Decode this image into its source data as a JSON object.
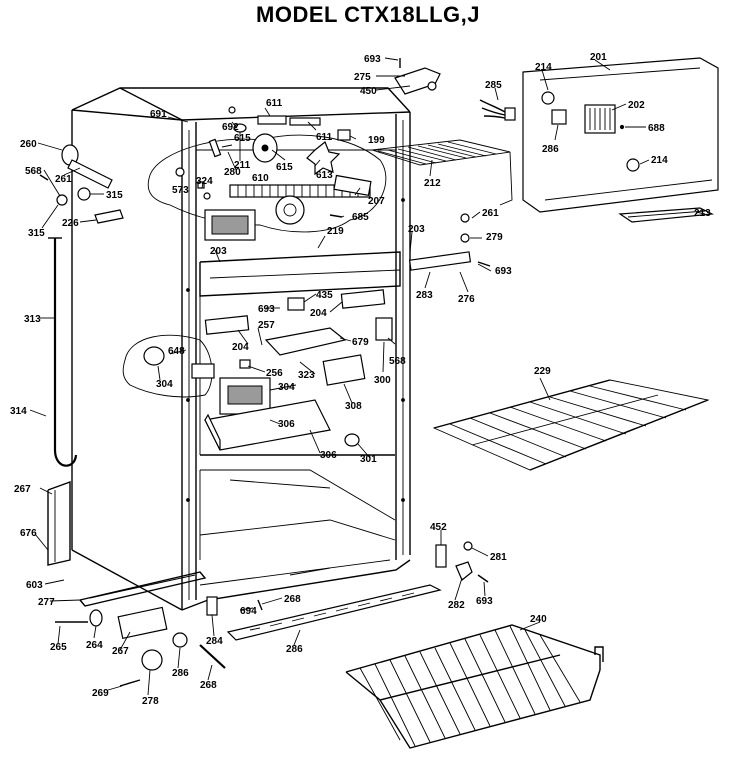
{
  "title": "MODEL CTX18LLG,J",
  "labels": [
    {
      "id": "l693a",
      "text": "693"
    },
    {
      "id": "l275",
      "text": "275"
    },
    {
      "id": "l450",
      "text": "450"
    },
    {
      "id": "l285",
      "text": "285"
    },
    {
      "id": "l214a",
      "text": "214"
    },
    {
      "id": "l201",
      "text": "201"
    },
    {
      "id": "l202",
      "text": "202"
    },
    {
      "id": "l286a",
      "text": "286"
    },
    {
      "id": "l688",
      "text": "688"
    },
    {
      "id": "l214b",
      "text": "214"
    },
    {
      "id": "l691",
      "text": "691"
    },
    {
      "id": "l692",
      "text": "692"
    },
    {
      "id": "l611",
      "text": "611"
    },
    {
      "id": "l611b",
      "text": "611"
    },
    {
      "id": "l199",
      "text": "199"
    },
    {
      "id": "l260",
      "text": "260"
    },
    {
      "id": "l568a",
      "text": "568"
    },
    {
      "id": "l261a",
      "text": "261"
    },
    {
      "id": "l315a",
      "text": "315"
    },
    {
      "id": "l315b",
      "text": "315"
    },
    {
      "id": "l226",
      "text": "226"
    },
    {
      "id": "l211",
      "text": "211"
    },
    {
      "id": "l615a",
      "text": "615"
    },
    {
      "id": "l610",
      "text": "610"
    },
    {
      "id": "l615b",
      "text": "615"
    },
    {
      "id": "l613",
      "text": "613"
    },
    {
      "id": "l280",
      "text": "280"
    },
    {
      "id": "l573",
      "text": "573"
    },
    {
      "id": "l324",
      "text": "324"
    },
    {
      "id": "l207",
      "text": "207"
    },
    {
      "id": "l212",
      "text": "212"
    },
    {
      "id": "l685",
      "text": "685"
    },
    {
      "id": "l261b",
      "text": "261"
    },
    {
      "id": "l213",
      "text": "213"
    },
    {
      "id": "l219",
      "text": "219"
    },
    {
      "id": "l279",
      "text": "279"
    },
    {
      "id": "l203a",
      "text": "203"
    },
    {
      "id": "l203b",
      "text": "203"
    },
    {
      "id": "l693b",
      "text": "693"
    },
    {
      "id": "l313",
      "text": "313"
    },
    {
      "id": "l283",
      "text": "283"
    },
    {
      "id": "l276",
      "text": "276"
    },
    {
      "id": "l435",
      "text": "435"
    },
    {
      "id": "l693c",
      "text": "693"
    },
    {
      "id": "l204a",
      "text": "204"
    },
    {
      "id": "l257",
      "text": "257"
    },
    {
      "id": "l679",
      "text": "679"
    },
    {
      "id": "l648",
      "text": "648"
    },
    {
      "id": "l204b",
      "text": "204"
    },
    {
      "id": "l568b",
      "text": "568"
    },
    {
      "id": "l256",
      "text": "256"
    },
    {
      "id": "l323",
      "text": "323"
    },
    {
      "id": "l300",
      "text": "300"
    },
    {
      "id": "l304a",
      "text": "304"
    },
    {
      "id": "l304b",
      "text": "304"
    },
    {
      "id": "l229",
      "text": "229"
    },
    {
      "id": "l308",
      "text": "308"
    },
    {
      "id": "l314",
      "text": "314"
    },
    {
      "id": "l306a",
      "text": "306"
    },
    {
      "id": "l306b",
      "text": "306"
    },
    {
      "id": "l301",
      "text": "301"
    },
    {
      "id": "l267",
      "text": "267"
    },
    {
      "id": "l452",
      "text": "452"
    },
    {
      "id": "l281",
      "text": "281"
    },
    {
      "id": "l676",
      "text": "676"
    },
    {
      "id": "l603",
      "text": "603"
    },
    {
      "id": "l277",
      "text": "277"
    },
    {
      "id": "l282",
      "text": "282"
    },
    {
      "id": "l693d",
      "text": "693"
    },
    {
      "id": "l268a",
      "text": "268"
    },
    {
      "id": "l694",
      "text": "694"
    },
    {
      "id": "l240",
      "text": "240"
    },
    {
      "id": "l265",
      "text": "265"
    },
    {
      "id": "l264",
      "text": "264"
    },
    {
      "id": "l267b",
      "text": "267"
    },
    {
      "id": "l284",
      "text": "284"
    },
    {
      "id": "l286b",
      "text": "286"
    },
    {
      "id": "l286c",
      "text": "286"
    },
    {
      "id": "l269",
      "text": "269"
    },
    {
      "id": "l278",
      "text": "278"
    },
    {
      "id": "l268b",
      "text": "268"
    }
  ]
}
